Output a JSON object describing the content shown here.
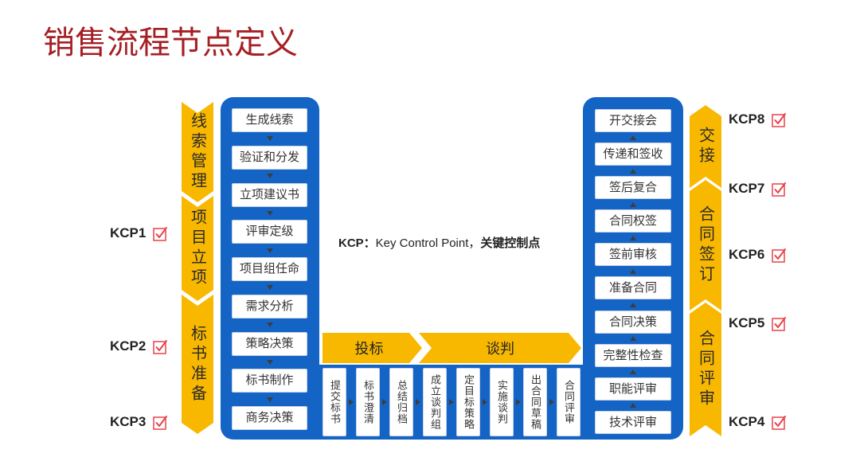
{
  "title": "销售流程节点定义",
  "legend": {
    "prefix": "KCP：",
    "middle": "Key Control Point，",
    "suffix": "关键控制点"
  },
  "left_stages": [
    "线索管理",
    "项目立项",
    "标书准备"
  ],
  "right_stages": [
    "交接",
    "合同签订",
    "合同评审"
  ],
  "left_steps": [
    "生成线索",
    "验证和分发",
    "立项建议书",
    "评审定级",
    "项目组任命",
    "需求分析",
    "策略决策",
    "标书制作",
    "商务决策"
  ],
  "bottom_phases": [
    "投标",
    "谈判"
  ],
  "bottom_steps": [
    "提交标书",
    "标书澄清",
    "总结归档",
    "成立谈判组",
    "定目标策略",
    "实施谈判",
    "出合同草稿",
    "合同评审"
  ],
  "right_steps": [
    "开交接会",
    "传递和签收",
    "签后复合",
    "合同权签",
    "签前审核",
    "准备合同",
    "合同决策",
    "完整性检查",
    "职能评审",
    "技术评审"
  ],
  "kcp_left": [
    "KCP1",
    "KCP2",
    "KCP3"
  ],
  "kcp_right": [
    "KCP8",
    "KCP7",
    "KCP6",
    "KCP5",
    "KCP4"
  ],
  "icons": {
    "kcp_marker": "checkbox-checked-icon",
    "step_connector": "arrow-icon"
  },
  "colors": {
    "title": "#a51f24",
    "flow_blue": "#1464c6",
    "stage_yellow": "#f9b800",
    "check_red": "#e8424a"
  }
}
